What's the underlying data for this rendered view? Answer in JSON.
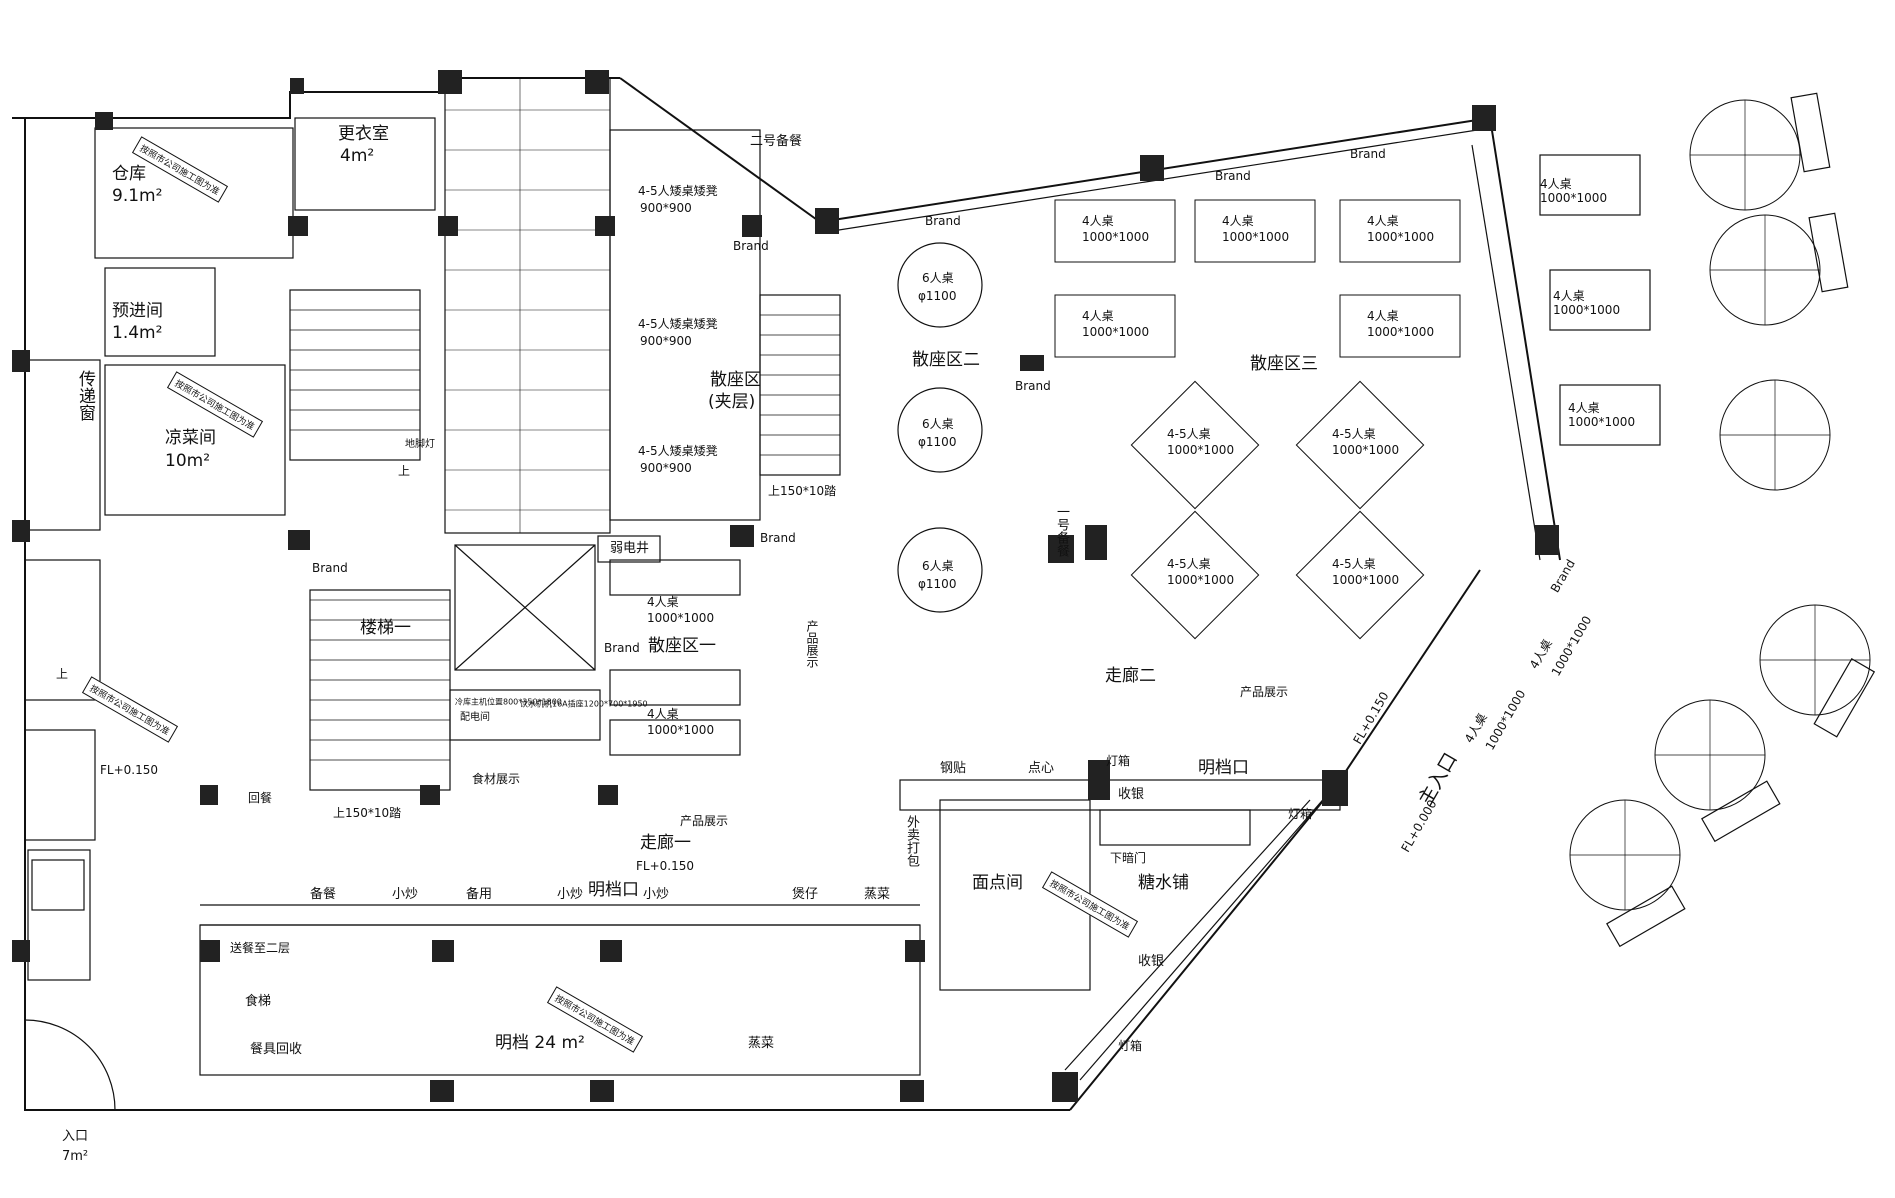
{
  "rooms": {
    "locker": {
      "name": "更衣室",
      "area": "4m²"
    },
    "storage": {
      "name": "仓库",
      "area": "9.1m²"
    },
    "prep": {
      "name": "预进间",
      "area": "1.4m²"
    },
    "pass_window": "传递窗",
    "cold_dish": {
      "name": "凉菜间",
      "area": "10m²"
    },
    "stairs1": "楼梯一",
    "weak_shaft": "弱电井",
    "seating1": "散座区一",
    "seating_mezz": "散座区",
    "seating_mezz_note": "(夹层)",
    "seating2": "散座区二",
    "seating3": "散座区三",
    "corridor1": "走廊一",
    "corridor2": "走廊二",
    "open_kitchen": "明档 24 m²",
    "noodle_room": "面点间",
    "dessert_shop": "糖水铺",
    "spare1": "一号备餐",
    "spare2": "二号备餐",
    "dining_lift": "食梯",
    "tableware_return": "餐具回收",
    "food_to_2f": "送餐至二层",
    "takeout_pack": "外卖打包",
    "main_entrance": "主入口",
    "entrance": {
      "name": "入口",
      "area": "7m²"
    },
    "distribution": "配电间",
    "distribution_note": "冷库主机位置800*350*1800",
    "dryer_note": "饮水机机16A插座1200*700*1950"
  },
  "stations": {
    "open_window_main": "明档口",
    "open_window_right": "明档口",
    "beiCan": "备餐",
    "xiaoChao1": "小炒",
    "beiYong": "备用",
    "xiaoChao2": "小炒",
    "xiaoChao3": "小炒",
    "baoZai": "煲仔",
    "zhengCai": "蒸菜",
    "zhengCai2": "蒸菜",
    "gangTie": "钢贴",
    "dianXin": "点心",
    "shouYin1": "收银",
    "shouYin2": "收银",
    "xiaAnMen": "下暗门",
    "dengXiang1": "灯箱",
    "dengXiang2": "灯箱",
    "dengXiang3": "灯箱",
    "huiCan": "回餐",
    "product1": "产品展示",
    "product2": "产品展示",
    "product3": "产品展示",
    "food_display": "食材展示",
    "brand": "Brand"
  },
  "tables": {
    "t45_low_900": "4-5人矮桌矮凳",
    "size_900": "900*900",
    "t4": "4人桌",
    "size_1000": "1000*1000",
    "t45": "4-5人桌",
    "t6": "6人桌",
    "size_1100": "φ1100"
  },
  "levels": {
    "fl150": "FL+0.150",
    "fl000": "FL+0.000",
    "stairs_up": "上150*10踏",
    "up": "上",
    "floor_light": "地脚灯"
  },
  "stamp": "按照市公司施工图为准"
}
